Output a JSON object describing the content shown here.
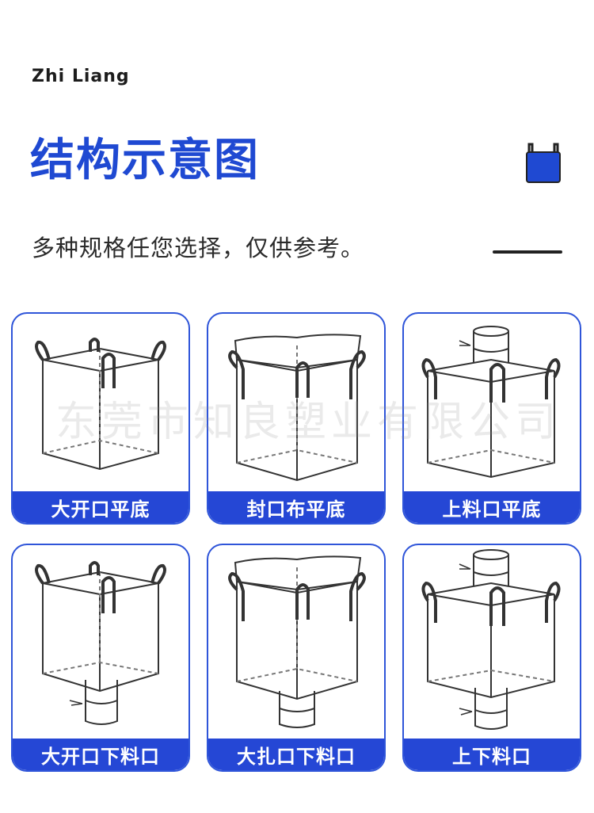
{
  "brand": "Zhi Liang",
  "title": "结构示意图",
  "subtitle": "多种规格任您选择，仅供参考。",
  "watermark": "东莞市知良塑业有限公司",
  "colors": {
    "accent": "#1f49d2",
    "label_bg": "#2547d5",
    "card_border": "#2f55d9"
  },
  "cards": [
    {
      "label": "大开口平底",
      "icon": "open-top-flat-bottom-bag"
    },
    {
      "label": "封口布平底",
      "icon": "duffle-top-flat-bottom-bag"
    },
    {
      "label": "上料口平底",
      "icon": "spout-top-flat-bottom-bag"
    },
    {
      "label": "大开口下料口",
      "icon": "open-top-spout-bottom-bag"
    },
    {
      "label": "大扎口下料口",
      "icon": "duffle-top-spout-bottom-bag"
    },
    {
      "label": "上下料口",
      "icon": "spout-top-spout-bottom-bag"
    }
  ]
}
